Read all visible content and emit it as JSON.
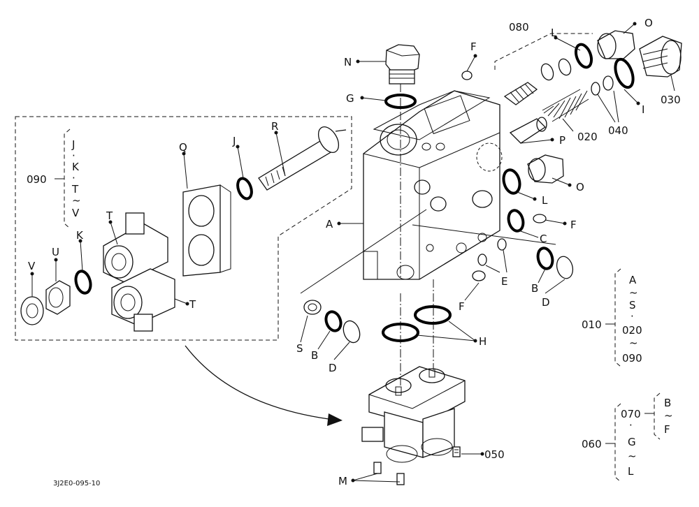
{
  "drawing": {
    "code": "3J2E0-095-10"
  },
  "callouts": {
    "A": "A",
    "B1": "B",
    "B2": "B",
    "C": "C",
    "D1": "D",
    "D2": "D",
    "E": "E",
    "F1": "F",
    "F2": "F",
    "F3": "F",
    "G": "G",
    "H": "H",
    "I": "I",
    "J": "J",
    "K": "K",
    "L1": "L",
    "L2": "L",
    "M": "M",
    "N": "N",
    "O1": "O",
    "O2": "O",
    "P": "P",
    "Q": "Q",
    "R": "R",
    "S": "S",
    "T1": "T",
    "T2": "T",
    "U": "U",
    "V": "V",
    "p020": "020",
    "p030": "030",
    "p040": "040",
    "p050": "050",
    "p080": "080"
  },
  "group_090": {
    "number": "090",
    "range": [
      "J",
      "·",
      "K",
      "·",
      "T",
      "~",
      "V"
    ]
  },
  "group_010": {
    "number": "010",
    "range": [
      "A",
      "~",
      "S",
      "·",
      "020",
      "~",
      "090"
    ]
  },
  "group_060": {
    "number": "060",
    "range": [
      "·",
      "G",
      "~",
      "L"
    ]
  },
  "group_070": {
    "number": "070",
    "range": [
      "B",
      "~",
      "F"
    ]
  }
}
